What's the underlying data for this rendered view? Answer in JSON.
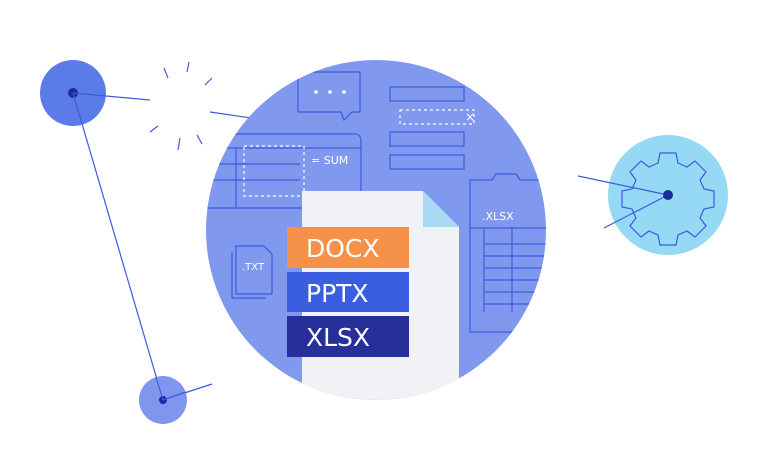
{
  "colors": {
    "big_circle": "#8099ee",
    "line_art": "#3a5be0",
    "node_dark": "#1d2a9e",
    "node_left_big": "#5b7be8",
    "node_left_small": "#7f95ee",
    "gear_circle": "#96d9f5",
    "document": "#f0f2f6",
    "document_fold": "#a7dcf4",
    "docx_label": "#f6914a",
    "pptx_label": "#3b5de0",
    "xlsx_label": "#27309a"
  },
  "icons": [
    "chat-bubble-icon",
    "sparkle-burst-icon",
    "gear-icon",
    "close-icon",
    "text-file-icon",
    "spreadsheet-icon",
    "document-icon"
  ],
  "labels": {
    "docx": "DOCX",
    "pptx": "PPTX",
    "xlsx": "XLSX",
    "sum": "= SUM",
    "txt": ".TXT",
    "xlsx_tab": ".XLSX",
    "close": "×"
  }
}
